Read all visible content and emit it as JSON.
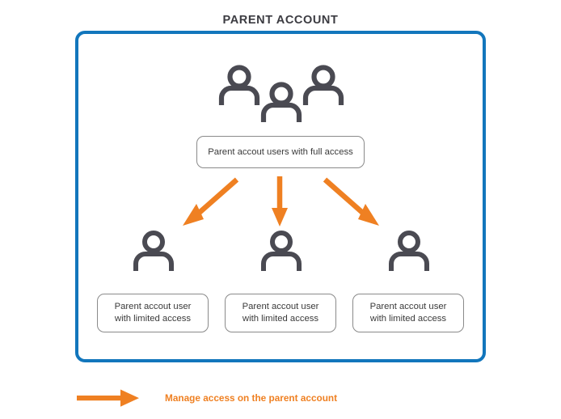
{
  "title": "PARENT ACCOUNT",
  "colors": {
    "frame_blue": "#1276bc",
    "arrow_orange": "#ef8022",
    "icon_gray": "#4a4a52",
    "box_border_gray": "#8a8a8a",
    "text_dark": "#3a3a3a",
    "title_dark": "#3b3b41"
  },
  "top_group": {
    "icons": [
      {
        "name": "person-icon-full-access-1"
      },
      {
        "name": "person-icon-full-access-2"
      },
      {
        "name": "person-icon-full-access-3"
      }
    ],
    "label": "Parent accout users with full access"
  },
  "arrows": [
    {
      "name": "arrow-left",
      "direction": "down-left"
    },
    {
      "name": "arrow-center",
      "direction": "down"
    },
    {
      "name": "arrow-right",
      "direction": "down-right"
    }
  ],
  "limited_users": [
    {
      "icon": "person-icon-limited-1",
      "line1": "Parent accout user",
      "line2": "with limited access"
    },
    {
      "icon": "person-icon-limited-2",
      "line1": "Parent accout user",
      "line2": "with limited access"
    },
    {
      "icon": "person-icon-limited-3",
      "line1": "Parent accout user",
      "line2": "with limited access"
    }
  ],
  "legend": {
    "icon": "orange-arrow-icon",
    "label": "Manage access on the parent account"
  }
}
